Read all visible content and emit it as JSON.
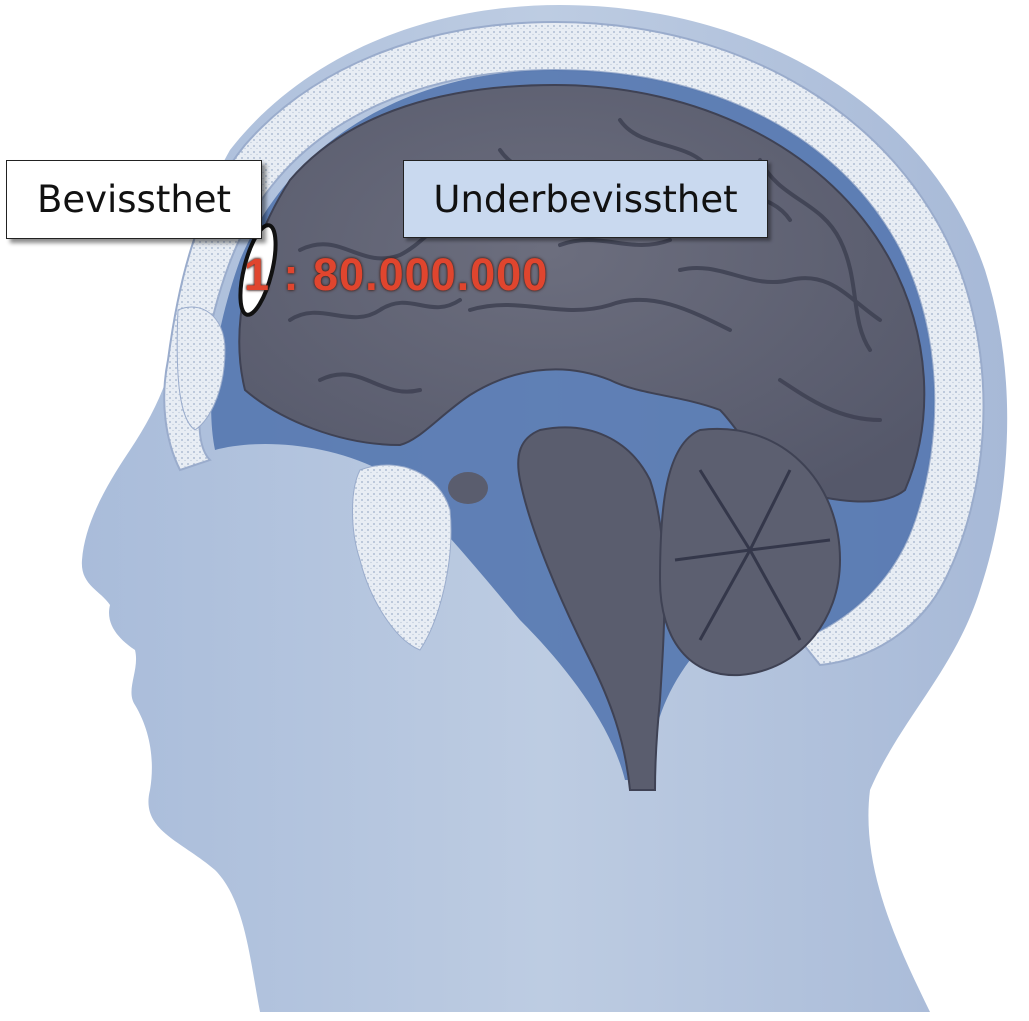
{
  "labels": {
    "conscious": "Bevissthet",
    "subconscious": "Underbevissthet",
    "ratio": "1 : 80.000.000"
  },
  "colors": {
    "head": "#b7c7df",
    "brain": "#5f6273",
    "skull_bone": "#e6ecf3",
    "csf": "#4b6ea8",
    "subconscious_box": "#c9d9ef",
    "ratio_text": "#e0452e"
  }
}
